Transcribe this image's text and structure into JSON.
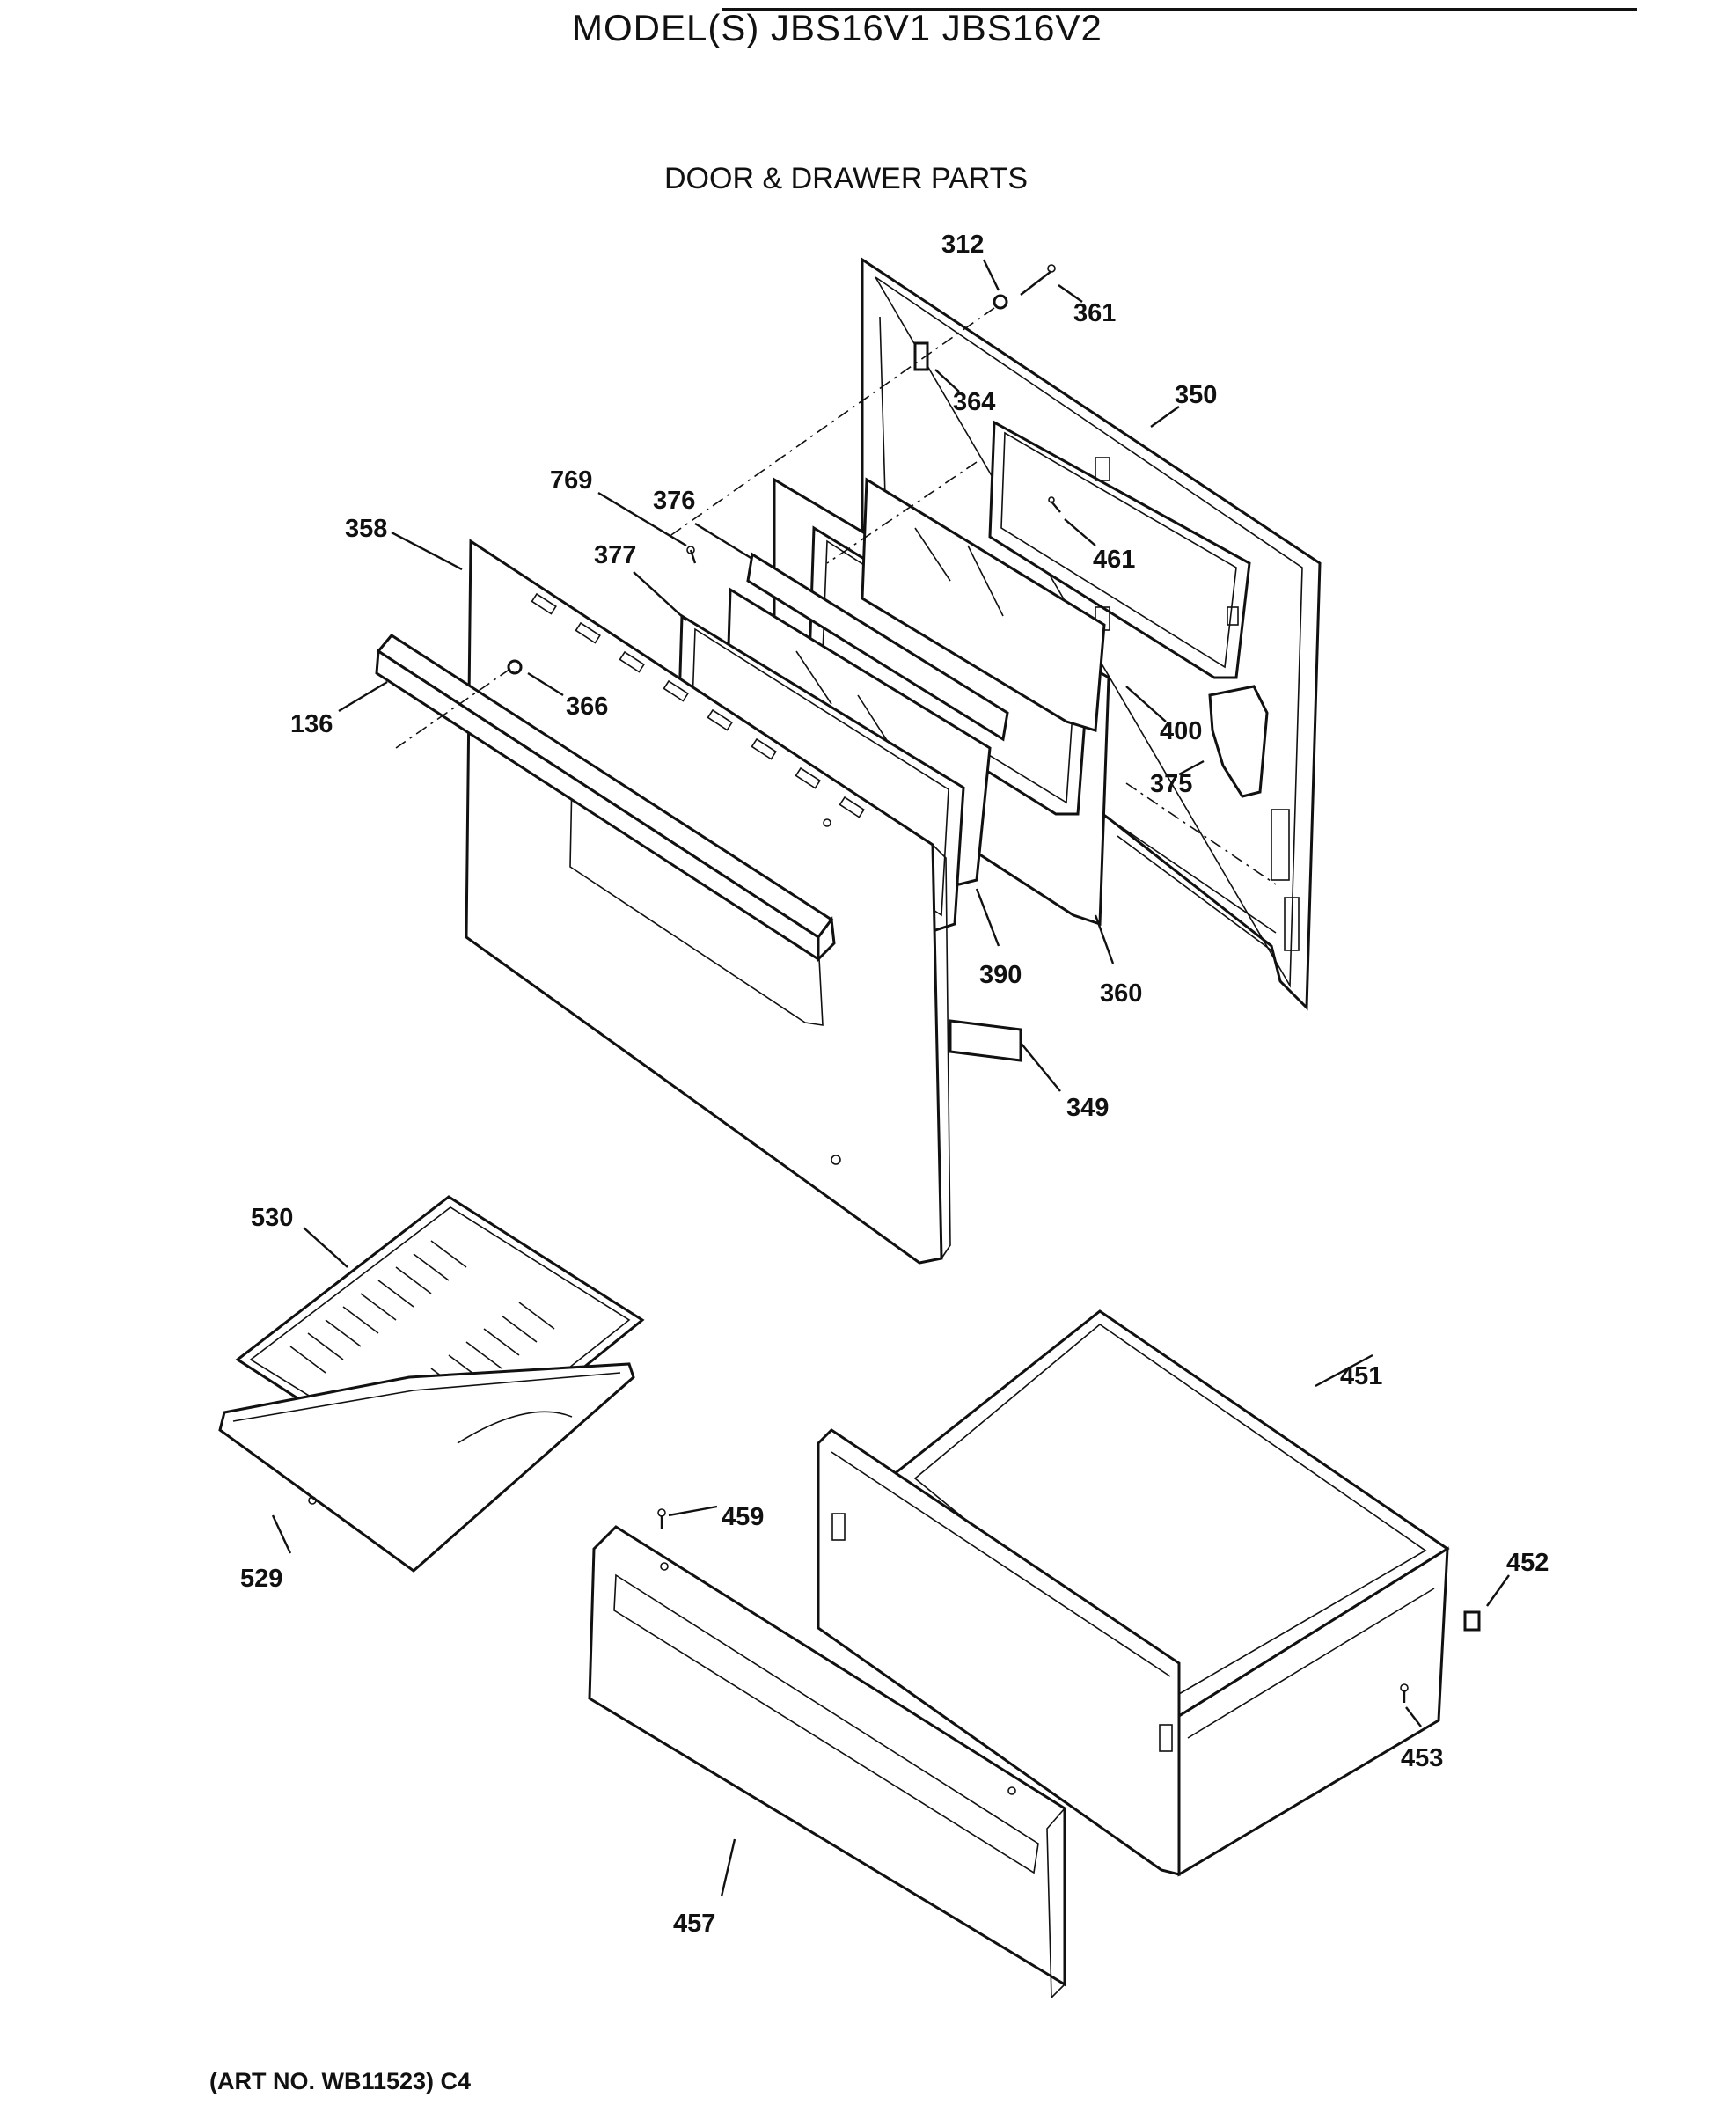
{
  "header": {
    "model_title": "MODEL(S) JBS16V1  JBS16V2",
    "section_title": "DOOR & DRAWER PARTS"
  },
  "footer": {
    "art_number": "(ART NO. WB11523) C4"
  },
  "callouts": {
    "p312": "312",
    "p361": "361",
    "p364": "364",
    "p350": "350",
    "p769": "769",
    "p376": "376",
    "p358": "358",
    "p377": "377",
    "p461": "461",
    "p366": "366",
    "p136": "136",
    "p400": "400",
    "p375": "375",
    "p390": "390",
    "p360": "360",
    "p349": "349",
    "p530": "530",
    "p451": "451",
    "p459": "459",
    "p452": "452",
    "p529": "529",
    "p453": "453",
    "p457": "457"
  }
}
